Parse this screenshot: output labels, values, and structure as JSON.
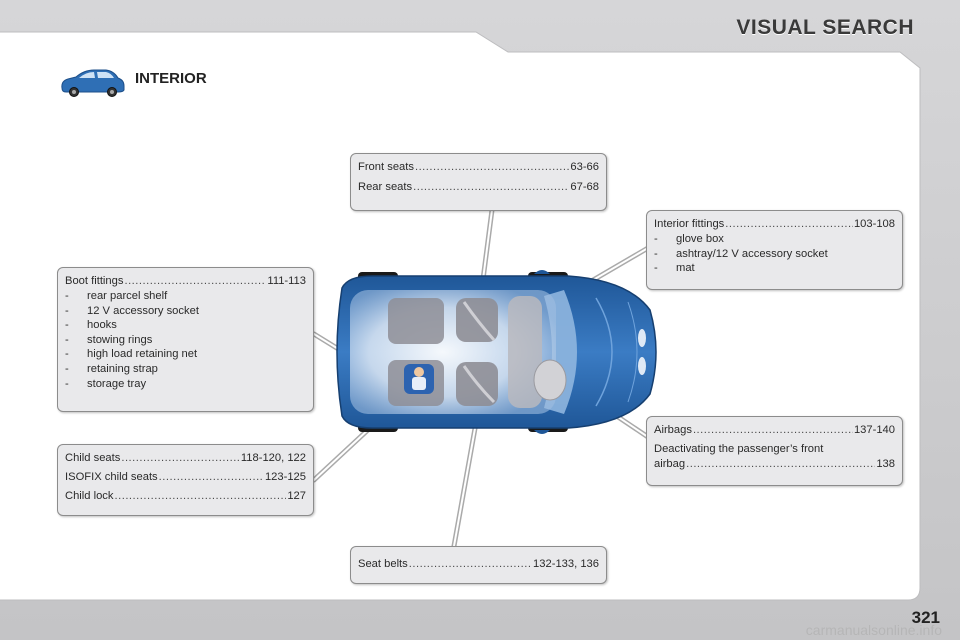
{
  "header": {
    "title": "VISUAL SEARCH"
  },
  "section": {
    "title": "INTERIOR",
    "icon": "car-icon",
    "icon_color": "#2f6fb5"
  },
  "colors": {
    "car_body": "#2a68b0",
    "box_bg": "#e9e9eb",
    "box_border": "#8c8c8c"
  },
  "boxes": {
    "seats": {
      "rows": [
        {
          "label": "Front seats",
          "pages": "63-66"
        },
        {
          "label": "Rear seats",
          "pages": "67-68"
        }
      ]
    },
    "interior_fittings": {
      "label": "Interior fittings",
      "pages": "103-108",
      "items": [
        "glove box",
        "ashtray/12 V accessory socket",
        "mat"
      ]
    },
    "boot_fittings": {
      "label": "Boot fittings",
      "pages": "111-113",
      "items": [
        "rear parcel shelf",
        "12 V accessory socket",
        "hooks",
        "stowing rings",
        "high load retaining net",
        "retaining strap",
        "storage tray"
      ]
    },
    "child_seats": {
      "rows": [
        {
          "label": "Child seats",
          "pages": "118-120, 122"
        },
        {
          "label": "ISOFIX child seats",
          "pages": "123-125"
        },
        {
          "label": "Child lock",
          "pages": "127"
        }
      ]
    },
    "airbags": {
      "label": "Airbags",
      "pages": "137-140",
      "para_line1": "Deactivating the passenger’s front",
      "para_line2": "airbag",
      "para_pages": "138"
    },
    "seat_belts": {
      "label": "Seat belts",
      "pages": "132-133, 136"
    }
  },
  "item_dash": "-",
  "page_number": "321",
  "watermark": "carmanualsonline.info"
}
